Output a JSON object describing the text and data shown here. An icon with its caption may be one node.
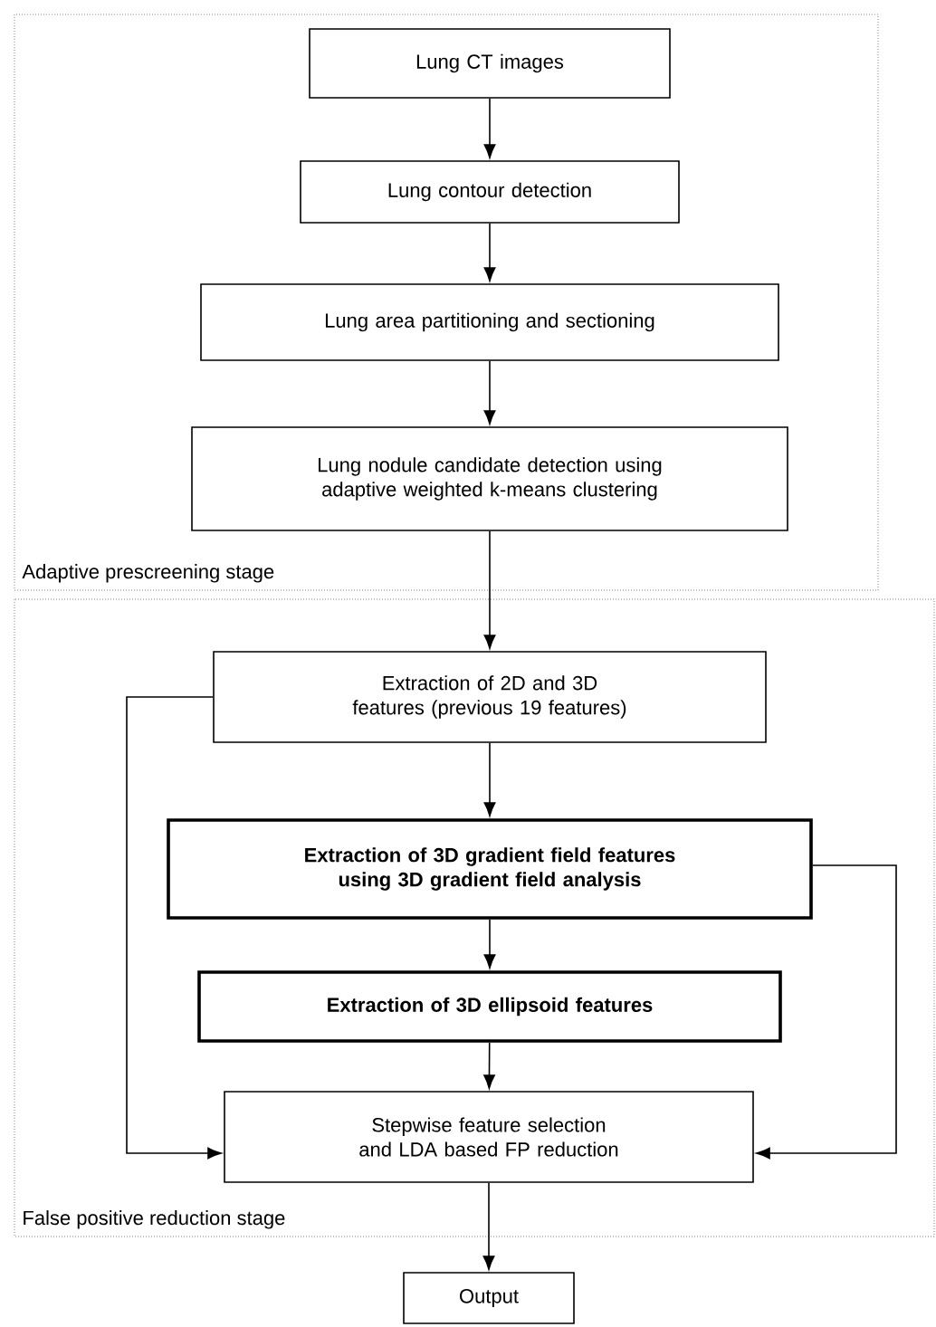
{
  "diagram": {
    "nodes": [
      {
        "text": [
          "Adaptive prescreening stage"
        ]
      },
      {
        "text": [
          "Lung CT images"
        ],
        "in": 0
      },
      {
        "text": [
          "Lung contour detection"
        ],
        "in": 0
      },
      {
        "text": [
          "Lung area partitioning and sectioning"
        ],
        "in": 0
      },
      {
        "text": [
          "Lung nodule candidate detection using adaptive weighted k-means clustering"
        ],
        "in": 0
      },
      {
        "text": [
          "False positive reduction stage"
        ]
      },
      {
        "text": [
          "Extraction of 2D and 3D features (previous 19 features)"
        ],
        "in": 5
      },
      {
        "text": [
          "Extraction of 3D gradient field features using 3D gradient field analysis"
        ],
        "in": 5
      },
      {
        "text": [
          "Extraction of 3D ellipsoid features"
        ],
        "in": 5
      },
      {
        "text": [
          "Stepwise feature selection and LDA based FP reduction"
        ],
        "in": 5
      },
      {
        "text": [
          "Output"
        ]
      }
    ],
    "edges": [
      {
        "from": 1,
        "to": 2,
        "arrow": "to"
      },
      {
        "from": 2,
        "to": 3,
        "arrow": "to"
      },
      {
        "from": 3,
        "to": 4,
        "arrow": "to"
      },
      {
        "from": 4,
        "to": 6,
        "arrow": "to"
      },
      {
        "from": 6,
        "to": 7,
        "arrow": "to"
      },
      {
        "from": 7,
        "to": 8,
        "arrow": "to"
      },
      {
        "from": 8,
        "to": 9,
        "arrow": "to"
      },
      {
        "from": 6,
        "to": 9,
        "arrow": "to"
      },
      {
        "from": 7,
        "to": 9,
        "arrow": "to"
      },
      {
        "from": 9,
        "to": 10,
        "arrow": "to"
      }
    ]
  }
}
